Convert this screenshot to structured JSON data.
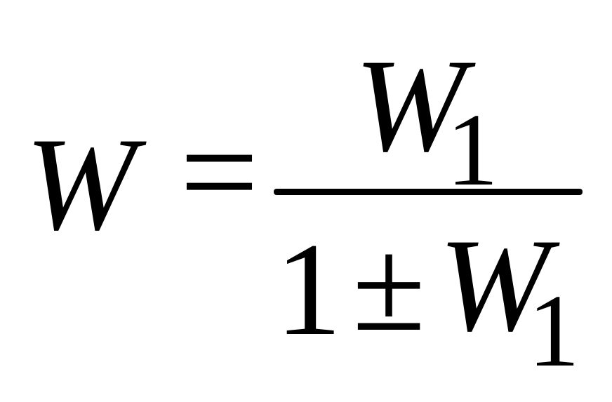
{
  "formula": {
    "lhs": {
      "variable": "W",
      "equals": "="
    },
    "numerator": {
      "variable": "W",
      "subscript": "1"
    },
    "denominator": {
      "one": "1",
      "operator": "±",
      "variable": "W",
      "subscript": "1"
    }
  }
}
